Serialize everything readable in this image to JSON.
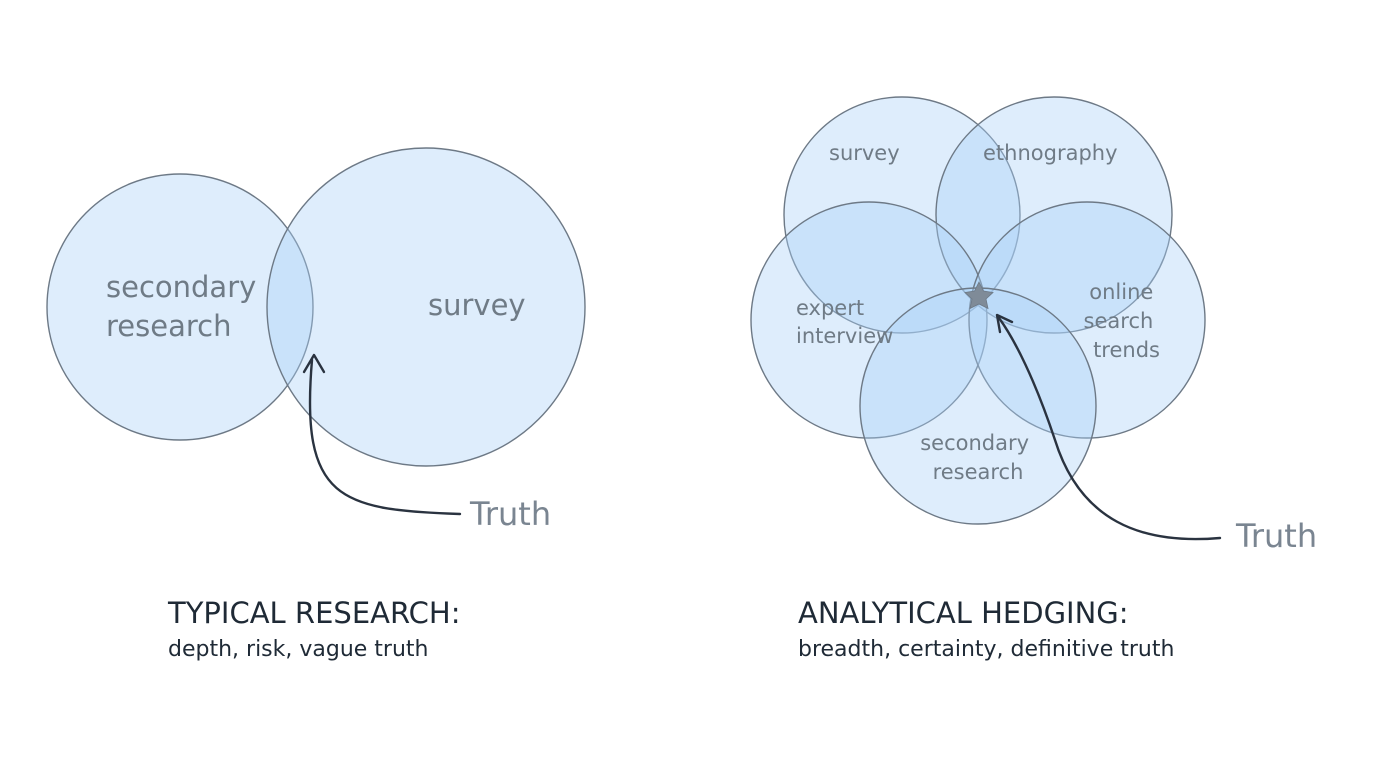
{
  "colors": {
    "circle_fill": "#a9d0f7",
    "circle_stroke": "#6d7986",
    "label_text": "#6f7b86",
    "heading_text": "#1f2a36",
    "arrow": "#2a3340",
    "star": "#7f8b98"
  },
  "left": {
    "circles": [
      {
        "label_lines": [
          "secondary",
          "research"
        ]
      },
      {
        "label_lines": [
          "survey"
        ]
      }
    ],
    "truth_label": "Truth",
    "heading": "TYPICAL RESEARCH:",
    "subheading": "depth, risk, vague truth"
  },
  "right": {
    "circles": [
      {
        "label_lines": [
          "survey"
        ]
      },
      {
        "label_lines": [
          "ethnography"
        ]
      },
      {
        "label_lines": [
          "expert",
          "interview"
        ]
      },
      {
        "label_lines": [
          "online",
          "search",
          "trends"
        ]
      },
      {
        "label_lines": [
          "secondary",
          "research"
        ]
      }
    ],
    "center_icon": "star-icon",
    "truth_label": "Truth",
    "heading": "ANALYTICAL HEDGING:",
    "subheading": "breadth, certainty, definitive truth"
  }
}
